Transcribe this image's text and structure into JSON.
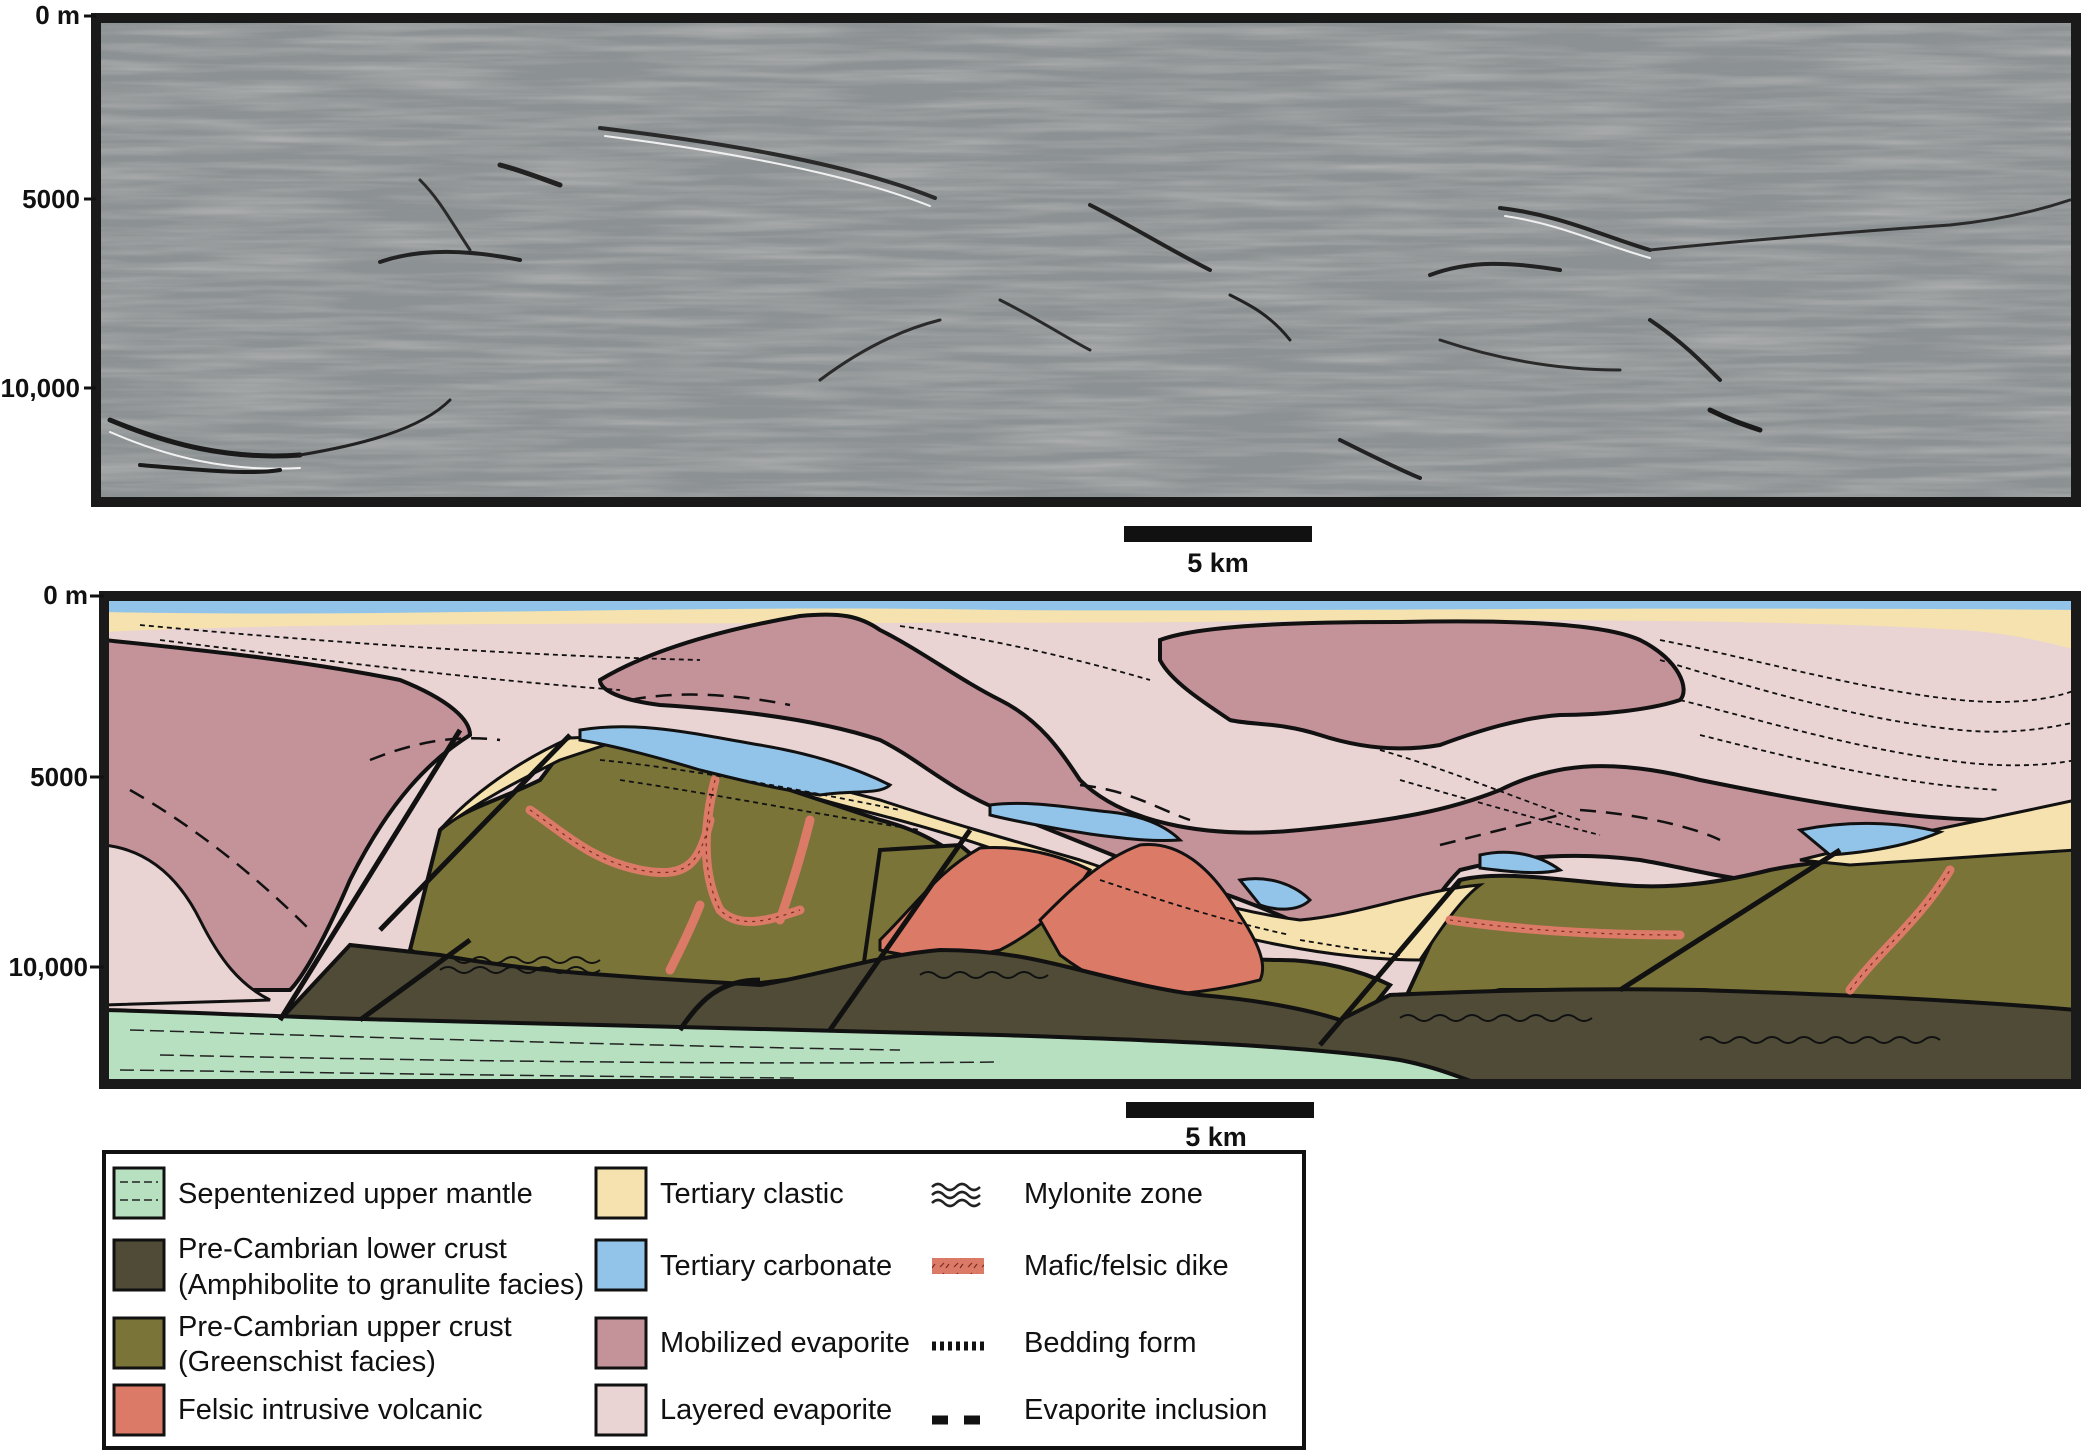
{
  "seismic_panel": {
    "depth_labels": [
      "0 m",
      "5000",
      "10,000"
    ],
    "scale_bar_label": "5 km"
  },
  "section_panel": {
    "depth_labels": [
      "0 m",
      "5000",
      "10,000"
    ],
    "scale_bar_label": "5 km"
  },
  "legend": {
    "items": [
      {
        "label": "Sepentenized upper mantle",
        "color": "#b7e0c1",
        "swatch": "fill-dashed"
      },
      {
        "label": "Pre-Cambrian lower crust",
        "label2": "(Amphibolite to granulite facies)",
        "color": "#4f4b36",
        "swatch": "fill"
      },
      {
        "label": "Pre-Cambrian upper crust",
        "label2": "(Greenschist facies)",
        "color": "#7a7438",
        "swatch": "fill"
      },
      {
        "label": "Felsic intrusive volcanic",
        "color": "#dc7a68",
        "swatch": "fill"
      },
      {
        "label": "Tertiary clastic",
        "color": "#f5e2ae",
        "swatch": "fill"
      },
      {
        "label": "Tertiary carbonate",
        "color": "#92c4ea",
        "swatch": "fill"
      },
      {
        "label": "Mobilized evaporite",
        "color": "#c4939a",
        "swatch": "fill"
      },
      {
        "label": "Layered evaporite",
        "color": "#e9d3d3",
        "swatch": "fill"
      },
      {
        "label": "Mylonite zone",
        "color": "#222222",
        "swatch": "mylonite-icon"
      },
      {
        "label": "Mafic/felsic dike",
        "color": "#dc7a68",
        "swatch": "dike-icon"
      },
      {
        "label": "Bedding form",
        "color": "#111111",
        "swatch": "bedding-icon"
      },
      {
        "label": "Evaporite inclusion",
        "color": "#111111",
        "swatch": "inclusion-icon"
      }
    ]
  },
  "colors": {
    "mantle": "#b7e0c1",
    "lower_crust": "#4f4b36",
    "upper_crust": "#7a7438",
    "felsic": "#dc7a68",
    "clastic": "#f5e2ae",
    "carbonate": "#92c4ea",
    "mobilized": "#c4939a",
    "layered": "#e9d3d3",
    "seismic_bg": "#8c9193"
  }
}
